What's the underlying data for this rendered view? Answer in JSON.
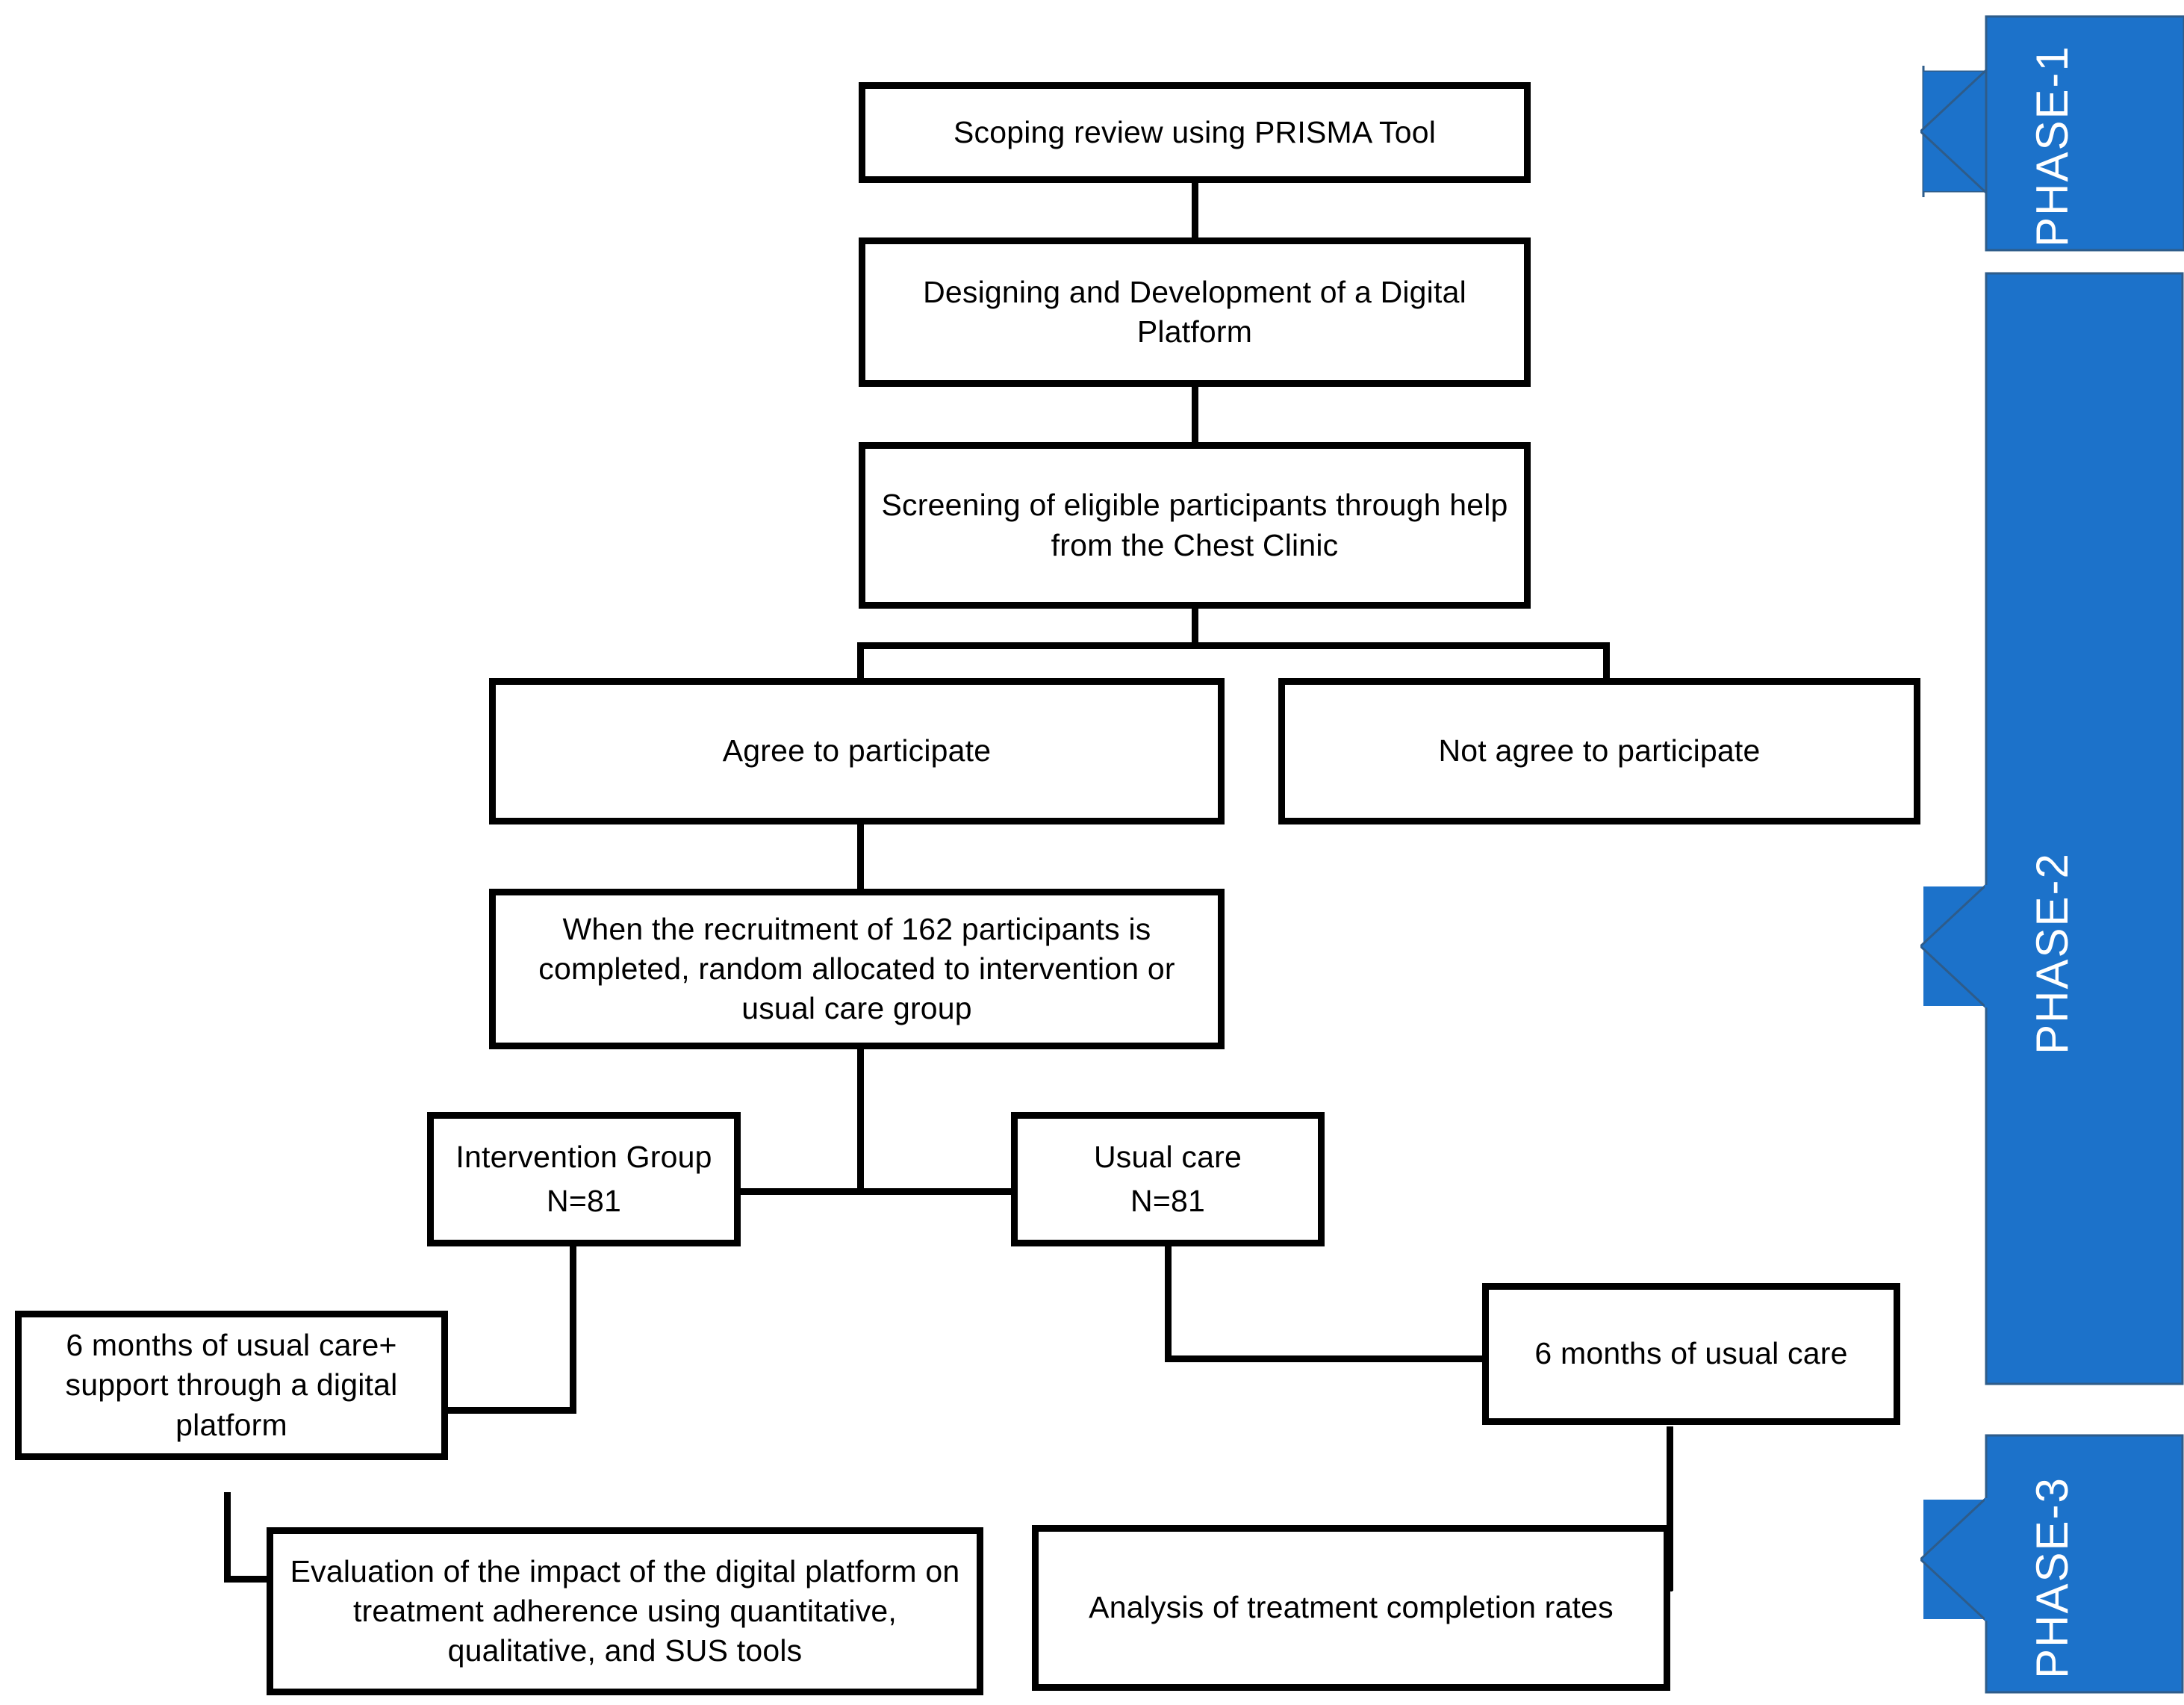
{
  "diagram": {
    "title": "Three-phase study flow diagram",
    "accent_blue": "#1C72CA",
    "line_color": "#000000",
    "background": "#FFFFFF",
    "nodes": {
      "scoping_review": "Scoping review using PRISMA Tool",
      "design_platform": "Designing and Development of a Digital Platform",
      "screening": "Screening of eligible participants through help from the Chest Clinic",
      "agree": "Agree to participate",
      "not_agree": "Not agree to participate",
      "randomisation": "When the recruitment of 162 participants is completed, random allocated to intervention or usual care group",
      "intervention_group_label": "Intervention Group",
      "intervention_group_n": "N=81",
      "usual_care_label": "Usual care",
      "usual_care_n": "N=81",
      "intervention_arm": "6 months of usual care+ support through a digital platform",
      "usual_care_arm": "6 months of usual care",
      "evaluation": "Evaluation of the impact of the digital platform on treatment adherence using quantitative, qualitative, and SUS tools",
      "analysis": "Analysis of treatment completion rates"
    },
    "phases": [
      {
        "id": "phase-1",
        "label": "PHASE-1"
      },
      {
        "id": "phase-2",
        "label": "PHASE-2"
      },
      {
        "id": "phase-3",
        "label": "PHASE-3"
      }
    ]
  },
  "chart_data": {
    "type": "flowchart",
    "title": "Three-phase study flow diagram",
    "nodes": [
      {
        "id": "scoping_review",
        "label": "Scoping review using PRISMA Tool",
        "phase": "PHASE-1"
      },
      {
        "id": "design_platform",
        "label": "Designing and Development of a Digital Platform",
        "phase": "PHASE-2"
      },
      {
        "id": "screening",
        "label": "Screening of eligible participants through help from the Chest Clinic",
        "phase": "PHASE-2"
      },
      {
        "id": "agree",
        "label": "Agree to participate",
        "phase": "PHASE-2"
      },
      {
        "id": "not_agree",
        "label": "Not agree to participate",
        "phase": "PHASE-2"
      },
      {
        "id": "randomisation",
        "label": "When the recruitment of 162 participants is completed, random allocated to intervention or usual care group",
        "phase": "PHASE-2"
      },
      {
        "id": "intervention",
        "label": "Intervention Group N=81",
        "phase": "PHASE-2"
      },
      {
        "id": "usual_care",
        "label": "Usual care N=81",
        "phase": "PHASE-2"
      },
      {
        "id": "intervention_arm",
        "label": "6 months of usual care+ support through a digital platform",
        "phase": "PHASE-3"
      },
      {
        "id": "usual_care_arm",
        "label": "6 months of usual care",
        "phase": "PHASE-3"
      },
      {
        "id": "evaluation",
        "label": "Evaluation of the impact of the digital platform on treatment adherence using quantitative, qualitative, and SUS tools",
        "phase": "PHASE-3"
      },
      {
        "id": "analysis",
        "label": "Analysis of treatment completion rates",
        "phase": "PHASE-3"
      }
    ],
    "edges": [
      {
        "from": "scoping_review",
        "to": "design_platform"
      },
      {
        "from": "design_platform",
        "to": "screening"
      },
      {
        "from": "screening",
        "to": "agree"
      },
      {
        "from": "screening",
        "to": "not_agree"
      },
      {
        "from": "agree",
        "to": "randomisation"
      },
      {
        "from": "randomisation",
        "to": "intervention"
      },
      {
        "from": "randomisation",
        "to": "usual_care"
      },
      {
        "from": "intervention",
        "to": "intervention_arm"
      },
      {
        "from": "usual_care",
        "to": "usual_care_arm"
      },
      {
        "from": "intervention_arm",
        "to": "evaluation"
      },
      {
        "from": "usual_care_arm",
        "to": "analysis"
      }
    ],
    "participants_total": 162,
    "intervention_n": 81,
    "usual_care_n": 81,
    "followup_months": 6
  }
}
